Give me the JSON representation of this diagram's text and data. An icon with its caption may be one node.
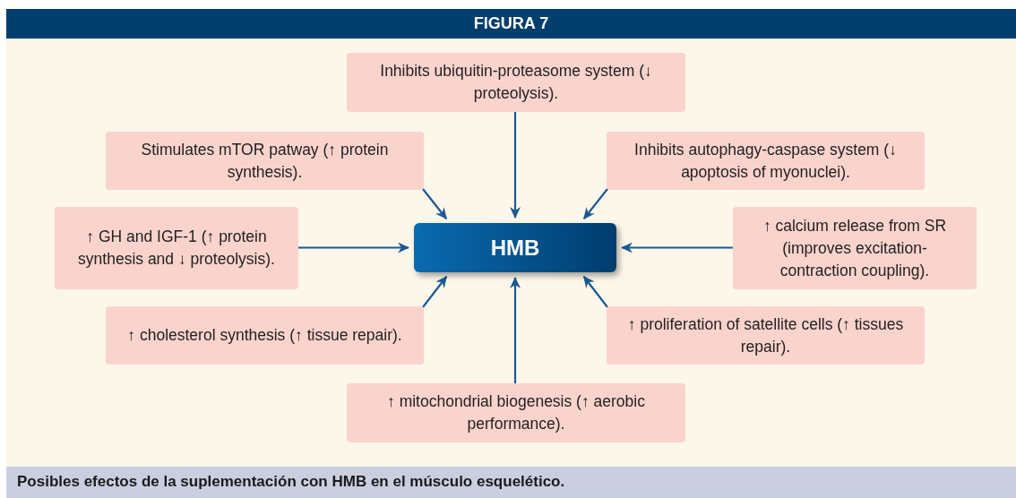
{
  "diagram": {
    "title": "FIGURA 7",
    "caption": "Posibles efectos de la suplementación con HMB en el músculo esquelético.",
    "nodes": [
      {
        "text": [
          "Inhibits ubiquitin-proteasome system (↓ proteolysis)."
        ]
      },
      {
        "text": [
          "Stimulates mTOR patway (↑ protein synthesis)."
        ]
      },
      {
        "text": [
          "Inhibits autophagy-caspase system (↓ apoptosis of myonuclei)."
        ]
      },
      {
        "text": [
          "↑ GH and IGF-1 (↑ protein synthesis and ↓ proteolysis)."
        ]
      },
      {
        "text": [
          "HMB"
        ]
      },
      {
        "text": [
          "↑ calcium release from SR (improves excitation-contraction coupling)."
        ]
      },
      {
        "text": [
          "↑ cholesterol synthesis (↑ tissue repair)."
        ]
      },
      {
        "text": [
          "↑ proliferation of satellite cells (↑ tissues repair)."
        ]
      },
      {
        "text": [
          "↑ mitochondrial biogenesis (↑ aerobic performance)."
        ]
      }
    ],
    "edges": [
      {
        "from": 0,
        "to": 4,
        "arrow": "to"
      },
      {
        "from": 1,
        "to": 4,
        "arrow": "to"
      },
      {
        "from": 2,
        "to": 4,
        "arrow": "to"
      },
      {
        "from": 3,
        "to": 4,
        "arrow": "to"
      },
      {
        "from": 5,
        "to": 4,
        "arrow": "to"
      },
      {
        "from": 6,
        "to": 4,
        "arrow": "to"
      },
      {
        "from": 7,
        "to": 4,
        "arrow": "to"
      },
      {
        "from": 8,
        "to": 4,
        "arrow": "to"
      }
    ]
  }
}
